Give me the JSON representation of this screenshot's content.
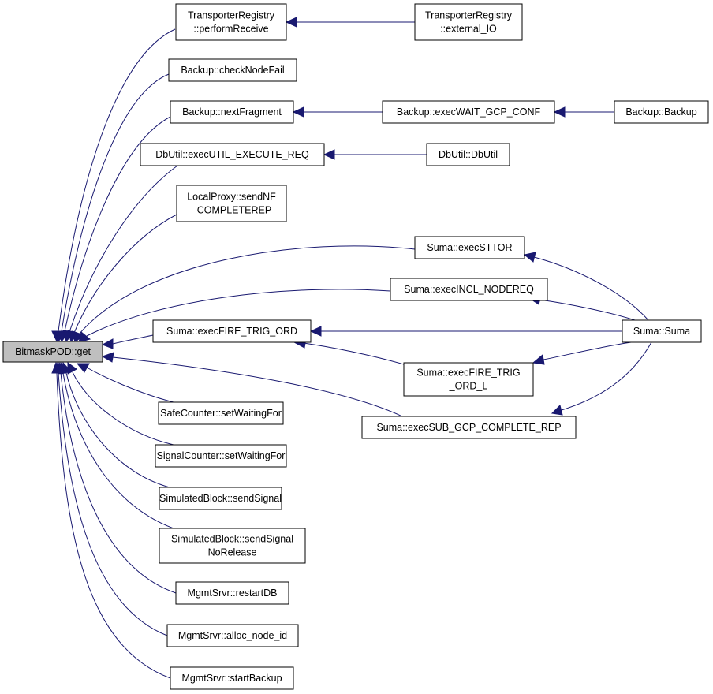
{
  "colors": {
    "edge": "#191970",
    "root_fill": "#bfbfbf",
    "node_fill": "#ffffff",
    "border": "#000000"
  },
  "nodes": [
    {
      "id": "root",
      "lines": [
        "BitmaskPOD::get"
      ]
    },
    {
      "id": "tr_pr",
      "lines": [
        "TransporterRegistry",
        "::performReceive"
      ]
    },
    {
      "id": "tr_ext",
      "lines": [
        "TransporterRegistry",
        "::external_IO"
      ]
    },
    {
      "id": "bk_cnf",
      "lines": [
        "Backup::checkNodeFail"
      ]
    },
    {
      "id": "bk_nf",
      "lines": [
        "Backup::nextFragment"
      ]
    },
    {
      "id": "bk_wgc",
      "lines": [
        "Backup::execWAIT_GCP_CONF"
      ]
    },
    {
      "id": "bk_bk",
      "lines": [
        "Backup::Backup"
      ]
    },
    {
      "id": "db_exec",
      "lines": [
        "DbUtil::execUTIL_EXECUTE_REQ"
      ]
    },
    {
      "id": "db_db",
      "lines": [
        "DbUtil::DbUtil"
      ]
    },
    {
      "id": "lp_send",
      "lines": [
        "LocalProxy::sendNF",
        "_COMPLETEREP"
      ]
    },
    {
      "id": "su_sttor",
      "lines": [
        "Suma::execSTTOR"
      ]
    },
    {
      "id": "su_incl",
      "lines": [
        "Suma::execINCL_NODEREQ"
      ]
    },
    {
      "id": "su_fto",
      "lines": [
        "Suma::execFIRE_TRIG_ORD"
      ]
    },
    {
      "id": "su_suma",
      "lines": [
        "Suma::Suma"
      ]
    },
    {
      "id": "su_ftol",
      "lines": [
        "Suma::execFIRE_TRIG",
        "_ORD_L"
      ]
    },
    {
      "id": "su_sgcr",
      "lines": [
        "Suma::execSUB_GCP_COMPLETE_REP"
      ]
    },
    {
      "id": "sc_swf",
      "lines": [
        "SafeCounter::setWaitingFor"
      ]
    },
    {
      "id": "sgc_swf",
      "lines": [
        "SignalCounter::setWaitingFor"
      ]
    },
    {
      "id": "sb_ss",
      "lines": [
        "SimulatedBlock::sendSignal"
      ]
    },
    {
      "id": "sb_ssnr",
      "lines": [
        "SimulatedBlock::sendSignal",
        "NoRelease"
      ]
    },
    {
      "id": "ms_rdb",
      "lines": [
        "MgmtSrvr::restartDB"
      ]
    },
    {
      "id": "ms_ani",
      "lines": [
        "MgmtSrvr::alloc_node_id"
      ]
    },
    {
      "id": "ms_sb",
      "lines": [
        "MgmtSrvr::startBackup"
      ]
    }
  ],
  "edges": [
    {
      "from": "tr_pr",
      "to": "root"
    },
    {
      "from": "bk_cnf",
      "to": "root"
    },
    {
      "from": "bk_nf",
      "to": "root"
    },
    {
      "from": "db_exec",
      "to": "root"
    },
    {
      "from": "lp_send",
      "to": "root"
    },
    {
      "from": "su_sttor",
      "to": "root"
    },
    {
      "from": "su_incl",
      "to": "root"
    },
    {
      "from": "su_fto",
      "to": "root"
    },
    {
      "from": "su_sgcr",
      "to": "root"
    },
    {
      "from": "sc_swf",
      "to": "root"
    },
    {
      "from": "sgc_swf",
      "to": "root"
    },
    {
      "from": "sb_ss",
      "to": "root"
    },
    {
      "from": "sb_ssnr",
      "to": "root"
    },
    {
      "from": "ms_rdb",
      "to": "root"
    },
    {
      "from": "ms_ani",
      "to": "root"
    },
    {
      "from": "ms_sb",
      "to": "root"
    },
    {
      "from": "tr_ext",
      "to": "tr_pr"
    },
    {
      "from": "bk_wgc",
      "to": "bk_nf"
    },
    {
      "from": "bk_bk",
      "to": "bk_wgc"
    },
    {
      "from": "db_db",
      "to": "db_exec"
    },
    {
      "from": "su_suma",
      "to": "su_sttor"
    },
    {
      "from": "su_suma",
      "to": "su_incl"
    },
    {
      "from": "su_suma",
      "to": "su_fto"
    },
    {
      "from": "su_ftol",
      "to": "su_fto"
    },
    {
      "from": "su_suma",
      "to": "su_ftol"
    },
    {
      "from": "su_suma",
      "to": "su_sgcr"
    }
  ]
}
